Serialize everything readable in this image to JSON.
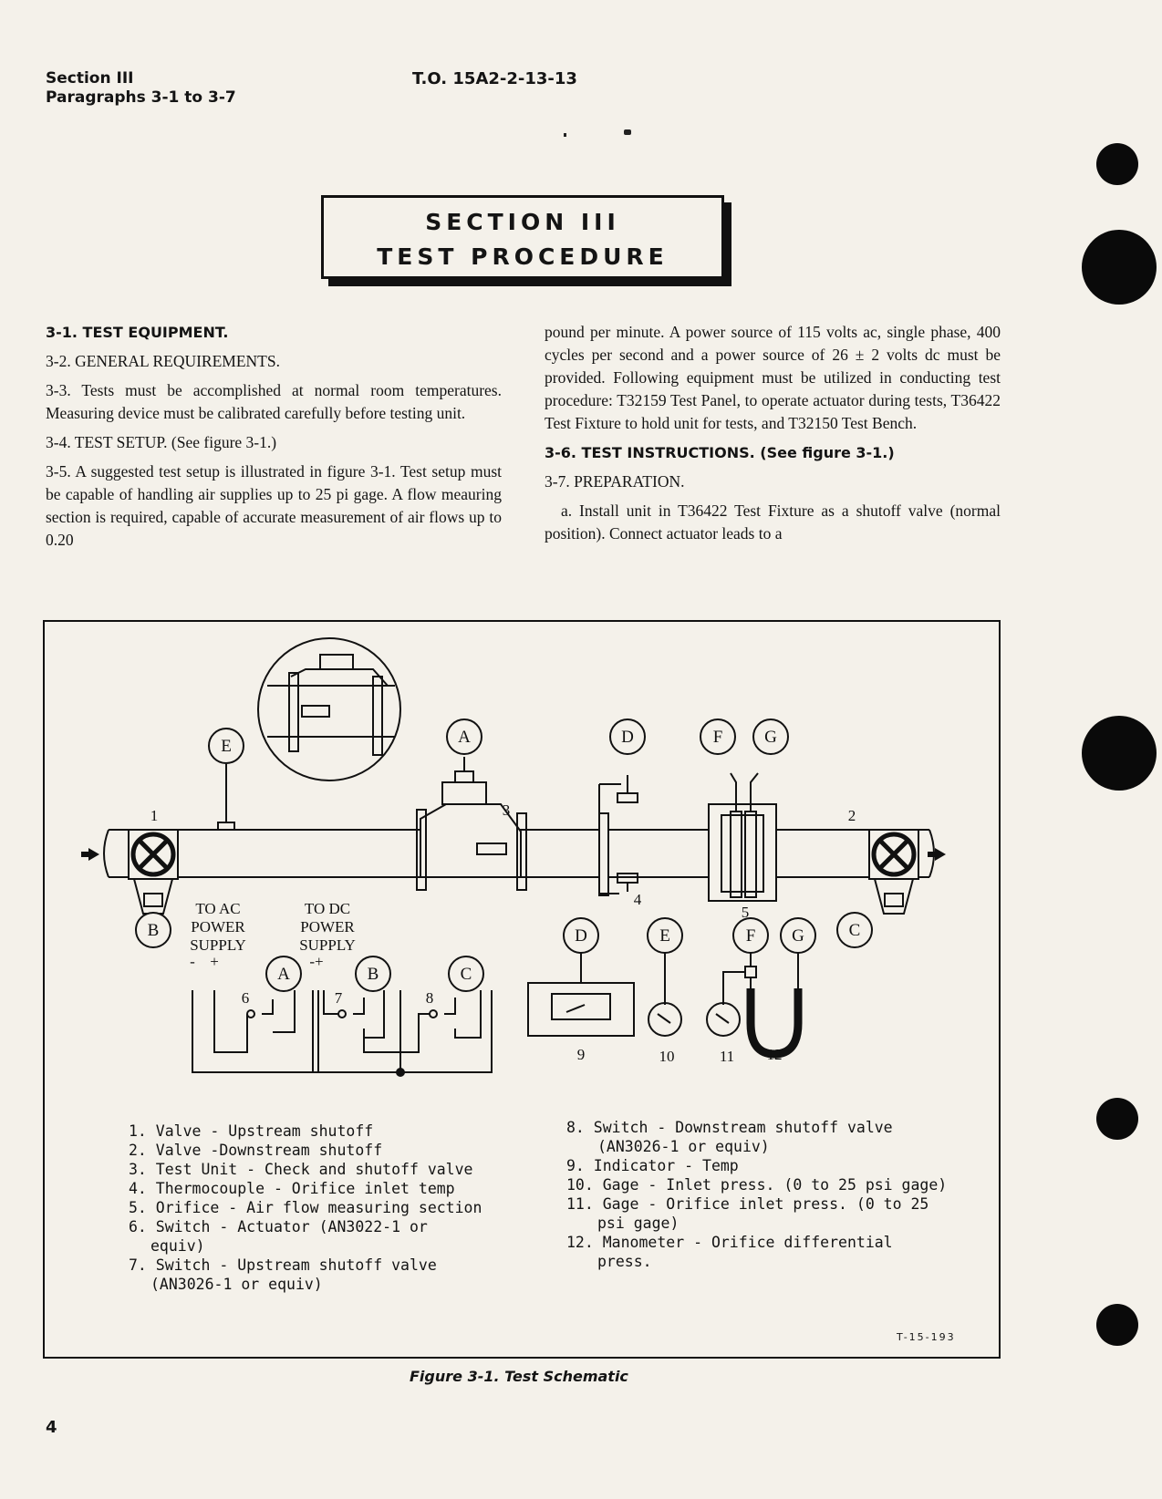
{
  "header": {
    "section": "Section III",
    "paragraphs": "Paragraphs 3-1 to 3-7",
    "to_number": "T.O. 15A2-2-13-13"
  },
  "title": {
    "line1": "SECTION III",
    "line2": "TEST PROCEDURE"
  },
  "left_column": {
    "p1": "3-1. TEST EQUIPMENT.",
    "p2": "3-2. GENERAL REQUIREMENTS.",
    "p3": "3-3. Tests must be accomplished at normal room temperatures. Measuring device must be calibrated carefully before testing unit.",
    "p4": "3-4. TEST SETUP. (See figure 3-1.)",
    "p5": "3-5. A suggested test setup is illustrated in figure 3-1. Test setup must be capable of handling air supplies up to 25 pi gage. A flow meauring section is required, capable of accurate measurement of air flows up to 0.20"
  },
  "right_column": {
    "p1": "pound per minute. A power source of 115 volts ac, single phase, 400 cycles per second and a power source of 26 ± 2 volts dc must be provided. Following equipment must be utilized in conducting test procedure: T32159 Test Panel, to operate actuator during tests, T36422 Test Fixture to hold unit for tests, and T32150 Test Bench.",
    "p2": "3-6. TEST INSTRUCTIONS. (See figure 3-1.)",
    "p3": "3-7. PREPARATION.",
    "p4": "a. Install unit in T36422 Test Fixture as a shutoff valve (normal position). Connect actuator leads to a"
  },
  "figure": {
    "labels": {
      "n1": "1",
      "n2": "2",
      "n3": "3",
      "n4": "4",
      "n5": "5",
      "n6": "6",
      "n7": "7",
      "n8": "8",
      "n9": "9",
      "n10": "10",
      "n11": "11",
      "n12": "12",
      "A": "A",
      "B": "B",
      "C": "C",
      "D": "D",
      "E": "E",
      "F": "F",
      "G": "G",
      "minus": "-",
      "plus": "+",
      "minus_plus": "-+",
      "ac1": "TO AC",
      "ac2": "POWER",
      "ac3": "SUPPLY",
      "dc1": "TO DC",
      "dc2": "POWER",
      "dc3": "SUPPLY"
    },
    "legend_left": [
      "1. Valve - Upstream shutoff",
      "2. Valve -Downstream shutoff",
      "3. Test Unit - Check and shutoff valve",
      "4. Thermocouple - Orifice inlet temp",
      "5. Orifice - Air flow measuring section",
      "6. Switch - Actuator (AN3022-1 or",
      "   equiv)",
      "7. Switch - Upstream shutoff valve",
      "   (AN3026-1 or equiv)"
    ],
    "legend_right": [
      " 8. Switch - Downstream shutoff valve",
      "    (AN3026-1 or equiv)",
      " 9. Indicator - Temp",
      "10. Gage - Inlet press. (0 to 25 psi gage)",
      "11. Gage - Orifice inlet press. (0 to 25",
      "    psi gage)",
      "12. Manometer - Orifice differential",
      "    press."
    ],
    "code": "T-15-193",
    "caption": "Figure 3-1. Test Schematic"
  },
  "page_number": "4"
}
